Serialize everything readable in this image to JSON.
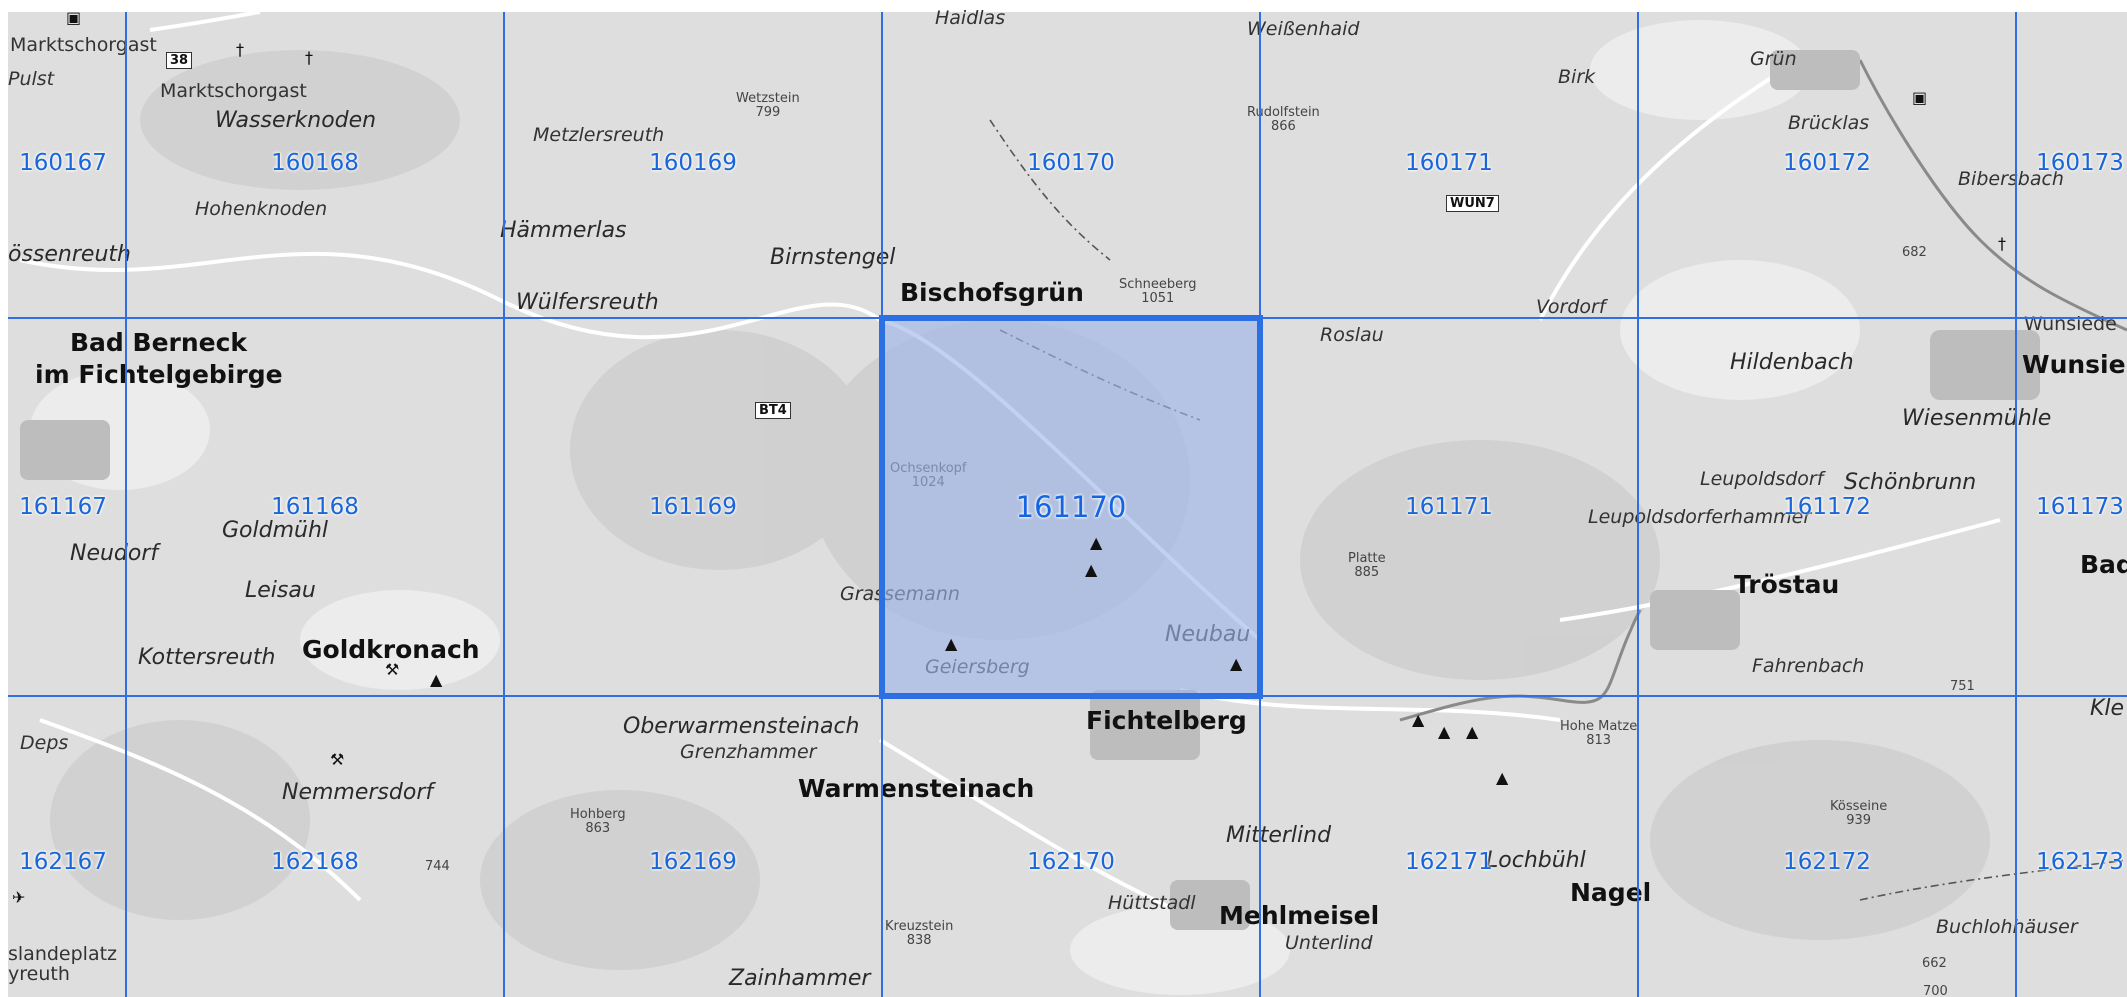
{
  "map": {
    "grid": {
      "rows": [
        [
          "160167",
          "160168",
          "160169",
          "160170",
          "160171",
          "160172",
          "160173"
        ],
        [
          "161167",
          "161168",
          "161169",
          "161170",
          "161171",
          "161172",
          "161173"
        ],
        [
          "162167",
          "162168",
          "162169",
          "162170",
          "162171",
          "162172",
          "162173"
        ]
      ],
      "selected": "161170",
      "line_color": "#2f6fe0",
      "selection_fill": "#9db4e8",
      "selection_border": "#2b6fe6"
    },
    "places": [
      {
        "text": "Marktschorgast",
        "style": "sm-upright"
      },
      {
        "text": "Pulst",
        "style": "sm"
      },
      {
        "text": "Marktschorgast",
        "style": "sm-upright"
      },
      {
        "text": "Wasserknoden",
        "style": "md"
      },
      {
        "text": "Hohenknoden",
        "style": "sm"
      },
      {
        "text": "össenreuth",
        "style": "md"
      },
      {
        "text": "Metzlersreuth",
        "style": "sm"
      },
      {
        "text": "Hämmerlas",
        "style": "md"
      },
      {
        "text": "Wülfersreuth",
        "style": "md"
      },
      {
        "text": "Haidlas",
        "style": "sm"
      },
      {
        "text": "Birnstengel",
        "style": "md"
      },
      {
        "text": "Bischofsgrün",
        "style": "lg"
      },
      {
        "text": "Weißenhaid",
        "style": "sm"
      },
      {
        "text": "Birk",
        "style": "sm"
      },
      {
        "text": "Vordorf",
        "style": "sm"
      },
      {
        "text": "Grün",
        "style": "sm"
      },
      {
        "text": "Brücklas",
        "style": "sm"
      },
      {
        "text": "Bibersbach",
        "style": "sm"
      },
      {
        "text": "Bad Berneck",
        "style": "lg"
      },
      {
        "text": "im Fichtelgebirge",
        "style": "lg"
      },
      {
        "text": "Goldmühl",
        "style": "md"
      },
      {
        "text": "Neudorf",
        "style": "md"
      },
      {
        "text": "Leisau",
        "style": "md"
      },
      {
        "text": "Kottersreuth",
        "style": "md"
      },
      {
        "text": "Goldkronach",
        "style": "lg"
      },
      {
        "text": "Grassemann",
        "style": "sm"
      },
      {
        "text": "Geiersberg",
        "style": "sm"
      },
      {
        "text": "Neubau",
        "style": "md"
      },
      {
        "text": "Roslau",
        "style": "sm"
      },
      {
        "text": "Hildenbach",
        "style": "md"
      },
      {
        "text": "Wunsie",
        "style": "lg"
      },
      {
        "text": "Wiesenmühle",
        "style": "md"
      },
      {
        "text": "Leupoldsdorf",
        "style": "sm"
      },
      {
        "text": "Schönbrunn",
        "style": "md"
      },
      {
        "text": "Leupoldsdorferhammer",
        "style": "sm"
      },
      {
        "text": "Tröstau",
        "style": "lg"
      },
      {
        "text": "Bad",
        "style": "lg"
      },
      {
        "text": "Fahrenbach",
        "style": "sm"
      },
      {
        "text": "Deps",
        "style": "sm"
      },
      {
        "text": "Nemmersdorf",
        "style": "md"
      },
      {
        "text": "Oberwarmensteinach",
        "style": "md"
      },
      {
        "text": "Grenzhammer",
        "style": "sm"
      },
      {
        "text": "Warmensteinach",
        "style": "lg"
      },
      {
        "text": "Fichtelberg",
        "style": "lg"
      },
      {
        "text": "Mitterlind",
        "style": "md"
      },
      {
        "text": "Lochbühl",
        "style": "md"
      },
      {
        "text": "Nagel",
        "style": "lg"
      },
      {
        "text": "Hüttstadl",
        "style": "sm"
      },
      {
        "text": "Mehlmeisel",
        "style": "lg"
      },
      {
        "text": "Unterlind",
        "style": "sm"
      },
      {
        "text": "Zainhammer",
        "style": "md"
      },
      {
        "text": "Buchlohhäuser",
        "style": "sm"
      },
      {
        "text": "Kle",
        "style": "md"
      },
      {
        "text": "slandeplatz",
        "style": "sm-upright"
      },
      {
        "text": "yreuth",
        "style": "sm-upright"
      },
      {
        "text": "Wunsiede",
        "style": "sm-upright"
      }
    ],
    "peaks": [
      {
        "name": "Wetzstein",
        "elev": "799"
      },
      {
        "name": "Rudolfstein",
        "elev": "866"
      },
      {
        "name": "Schneeberg",
        "elev": "1051"
      },
      {
        "name": "Ochsenkopf",
        "elev": "1024"
      },
      {
        "name": "Platte",
        "elev": "885"
      },
      {
        "name": "Hohberg",
        "elev": "863"
      },
      {
        "name": "Kreuzstein",
        "elev": "838"
      },
      {
        "name": "Hohe Matze",
        "elev": "813"
      },
      {
        "name": "Kösseine",
        "elev": "939"
      },
      {
        "name": "",
        "elev": "682"
      },
      {
        "name": "",
        "elev": "744"
      },
      {
        "name": "",
        "elev": "751"
      },
      {
        "name": "",
        "elev": "662"
      },
      {
        "name": "",
        "elev": "700"
      }
    ],
    "roads": [
      "38",
      "WUN7",
      "BT4"
    ]
  }
}
